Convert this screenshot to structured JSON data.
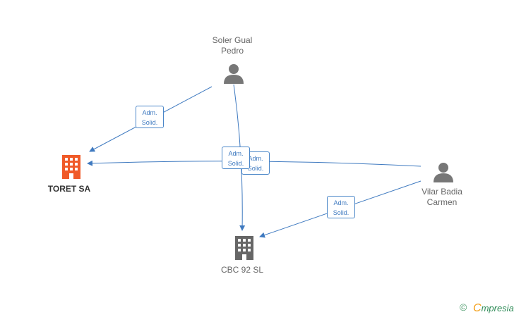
{
  "nodes": {
    "toret": {
      "name": "TORET SA",
      "type": "company",
      "color": "#f05a28"
    },
    "cbc": {
      "name": "CBC 92  SL",
      "type": "company",
      "color": "#666666"
    },
    "soler": {
      "name_line1": "Soler Gual",
      "name_line2": "Pedro",
      "type": "person"
    },
    "vilar": {
      "name_line1": "Vilar Badia",
      "name_line2": "Carmen",
      "type": "person"
    }
  },
  "edges": [
    {
      "from": "soler",
      "to": "toret",
      "label_line1": "Adm.",
      "label_line2": "Solid."
    },
    {
      "from": "soler",
      "to": "cbc",
      "label_line1": "Adm.",
      "label_line2": "Solid."
    },
    {
      "from": "vilar",
      "to": "toret",
      "label_line1": "Adm.",
      "label_line2": "Solid."
    },
    {
      "from": "vilar",
      "to": "cbc",
      "label_line1": "Adm.",
      "label_line2": "Solid."
    }
  ],
  "colors": {
    "edge": "#3f7ac0",
    "person_icon": "#777777"
  },
  "footer": {
    "copyright": "©",
    "brand_first": "C",
    "brand_rest": "mpresia"
  }
}
